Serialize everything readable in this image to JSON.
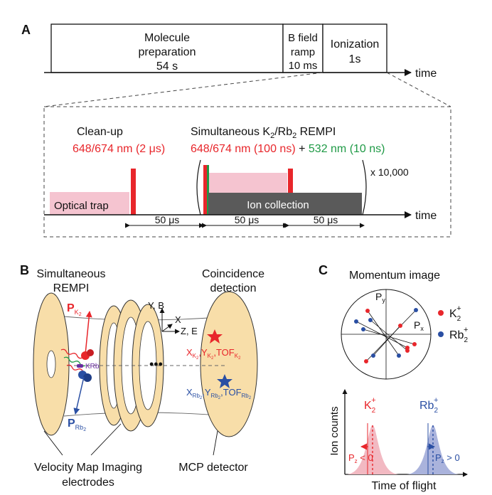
{
  "panel_a": {
    "label": "A",
    "timeline": [
      {
        "line1": "Molecule",
        "line2": "preparation",
        "line3": "54 s"
      },
      {
        "line1": "B field",
        "line2": "ramp",
        "line3": "10 ms"
      },
      {
        "line1": "Ionization",
        "line2": "1s"
      }
    ],
    "time_label": "time",
    "cleanup_label": "Clean-up",
    "cleanup_wavelength": "648/674 nm (2 μs)",
    "rempi_prefix": "Simultaneous K",
    "rempi_sub": "2",
    "rempi_mid": "/Rb",
    "rempi_suffix": " REMPI",
    "rempi_red": "648/674 nm (100 ns)",
    "rempi_plus": " + ",
    "rempi_green": "532 nm (10 ns)",
    "optical_trap": "Optical trap",
    "ion_collection": "Ion collection",
    "repeat": "x 10,000",
    "interval": "50 μs"
  },
  "panel_b": {
    "label": "B",
    "rempi_title_1": "Simultaneous",
    "rempi_title_2": "REMPI",
    "coinc_title_1": "Coincidence",
    "coinc_title_2": "detection",
    "p_k2": "P",
    "p_k2_sub": "K",
    "p_rb2": "P",
    "p_rb2_sub": "Rb",
    "sub2": "2",
    "krb": "KRb",
    "axis_y": "Y, B",
    "axis_x": "X",
    "axis_z": "Z, E",
    "k2_coords": "X",
    "rb2_coords": "X",
    "k_sub": "K",
    "rb_sub": "Rb",
    "y_letter": "Y",
    "tof": "TOF",
    "comma": ",",
    "vmi_label_1": "Velocity Map Imaging",
    "vmi_label_2": "electrodes",
    "mcp_label": "MCP detector"
  },
  "panel_c": {
    "label": "C",
    "title": "Momentum image",
    "py": "P",
    "py_sub": "y",
    "px": "P",
    "px_sub": "x",
    "k2_legend": "K",
    "rb2_legend": "Rb",
    "sub2": "2",
    "sup_plus": "+",
    "ylabel": "Ion counts",
    "xlabel": "Time of flight",
    "pz_neg": "P",
    "pz_pos": "P",
    "pz_sub": "z",
    "lt0": " < 0",
    "gt0": " > 0",
    "colors": {
      "k2": "#e8262b",
      "rb2": "#2a4fa3",
      "k2_fill": "#f2b9c2",
      "rb2_fill": "#aab3dc"
    }
  }
}
